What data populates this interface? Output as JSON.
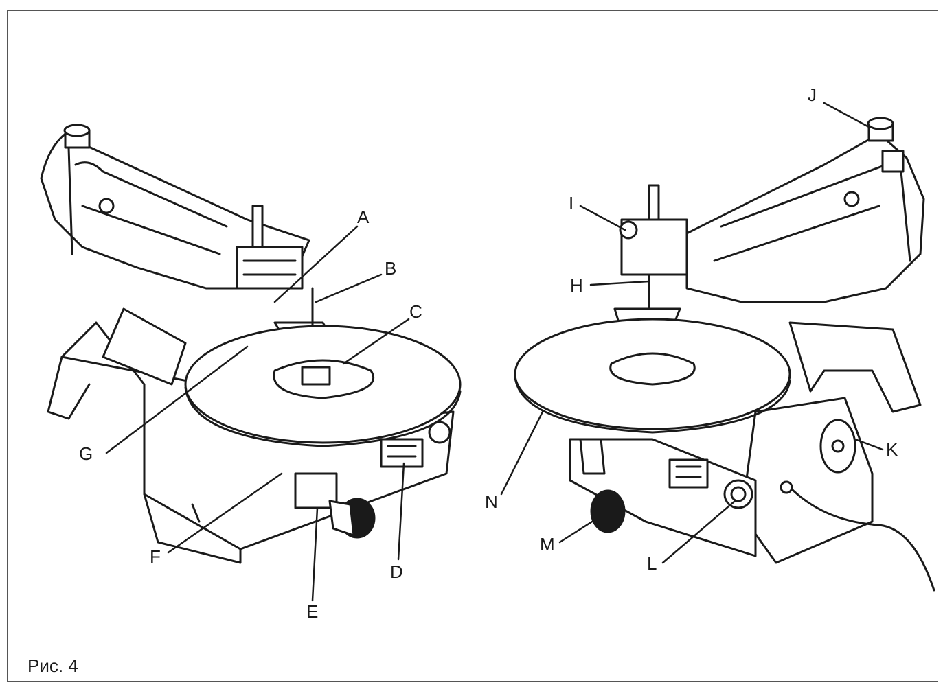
{
  "figure": {
    "caption": "Рис. 4",
    "labels": {
      "A": "A",
      "B": "B",
      "C": "C",
      "D": "D",
      "E": "E",
      "F": "F",
      "G": "G",
      "H": "H",
      "I": "I",
      "J": "J",
      "K": "K",
      "L": "L",
      "M": "M",
      "N": "N"
    }
  },
  "colors": {
    "line": "#1a1a1a",
    "fill": "#ffffff",
    "border": "#555555"
  }
}
